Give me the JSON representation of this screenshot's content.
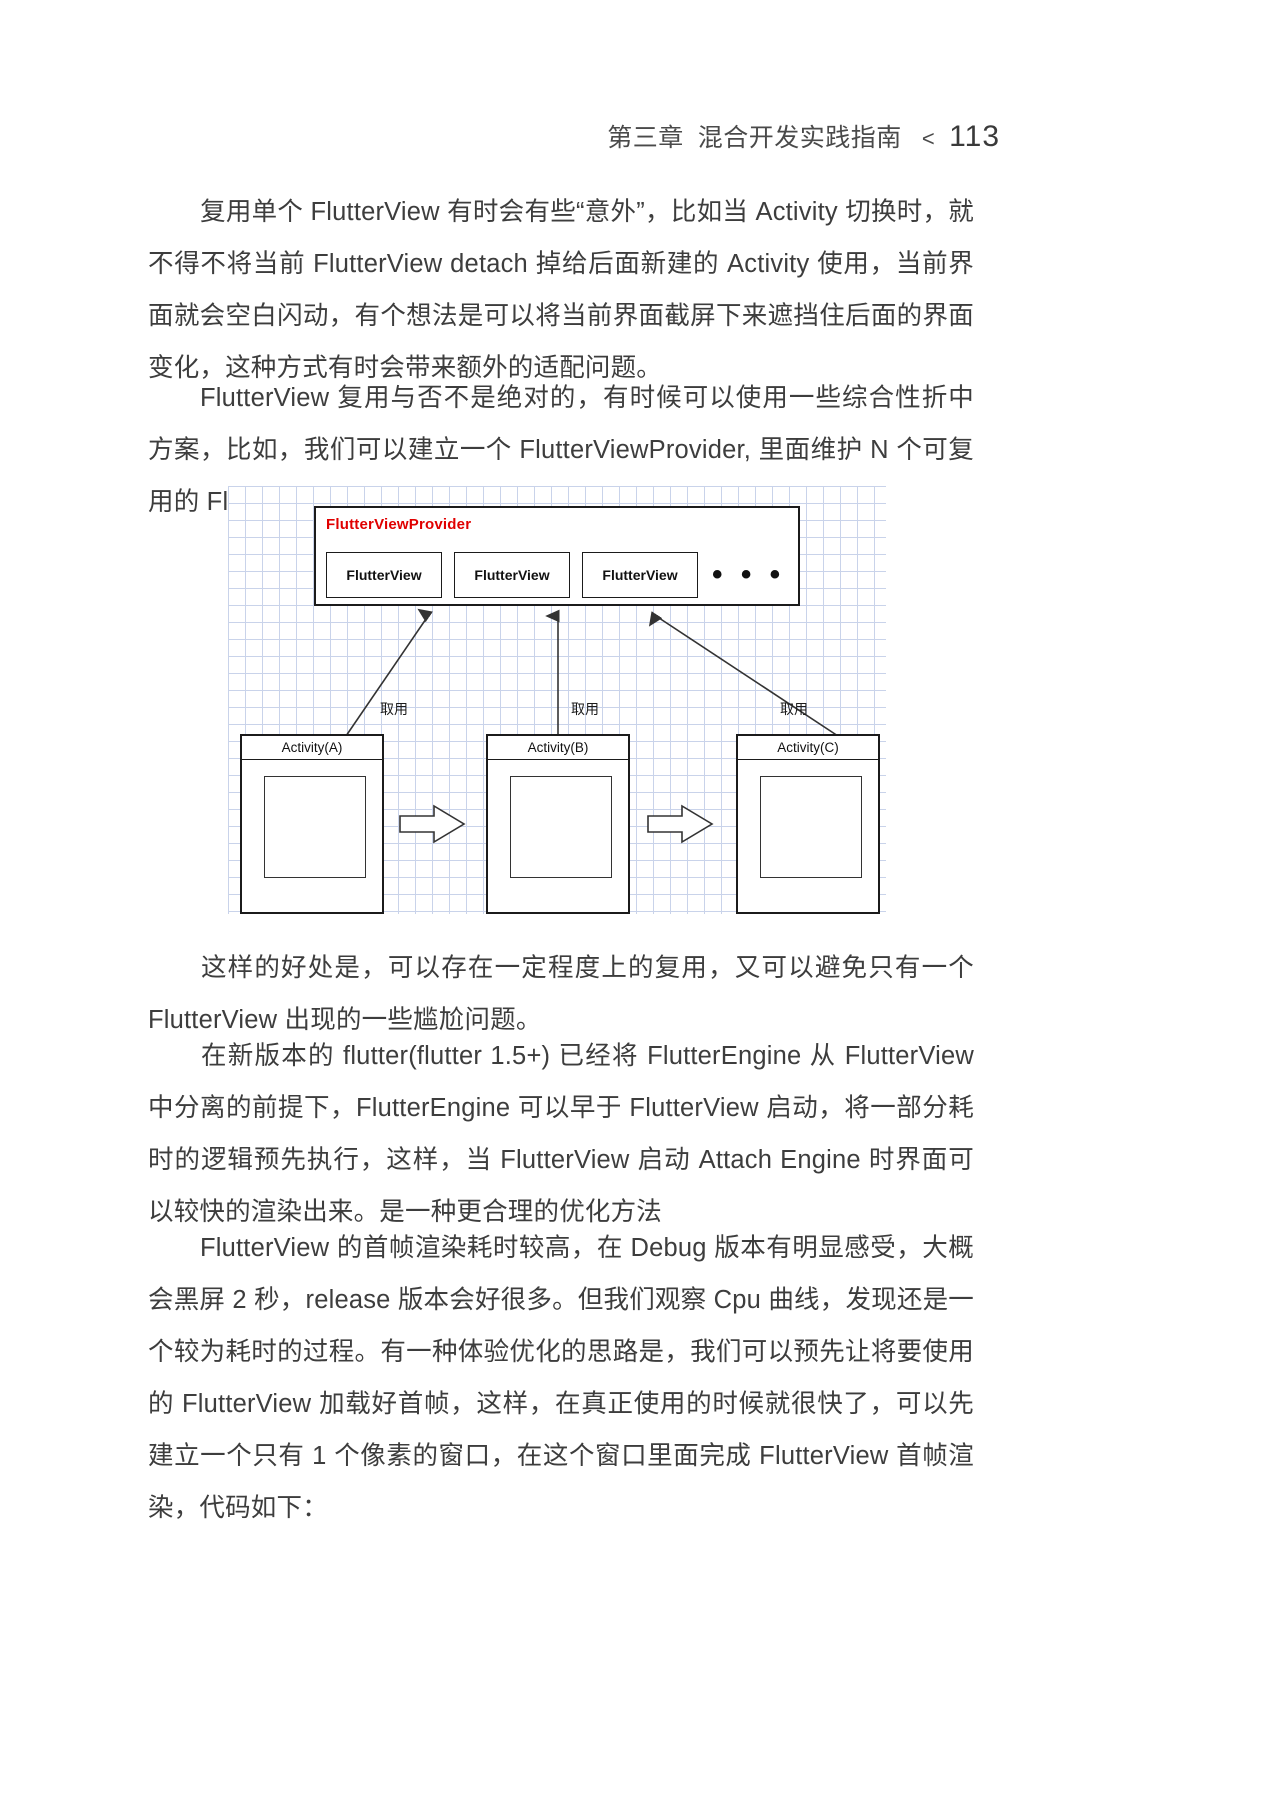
{
  "header": {
    "chapter_no": "第三章",
    "chapter_title": "混合开发实践指南",
    "arrow": "<",
    "page_number": "113"
  },
  "paragraphs": {
    "p1": "复用单个 FlutterView 有时会有些“意外”，比如当 Activity 切换时，就不得不将当前 FlutterView detach 掉给后面新建的 Activity 使用，当前界面就会空白闪动，有个想法是可以将当前界面截屏下来遮挡住后面的界面变化，这种方式有时会带来额外的适配问题。",
    "p2": "FlutterView 复用与否不是绝对的，有时候可以使用一些综合性折中方案，比如，我们可以建立一个 FlutterViewProvider, 里面维护 N 个可复用的 FlutterView，如图：",
    "p3": "这样的好处是，可以存在一定程度上的复用，又可以避免只有一个 FlutterView 出现的一些尴尬问题。",
    "p4": "在新版本的 flutter(flutter 1.5+) 已经将 FlutterEngine 从 FlutterView 中分离的前提下，FlutterEngine 可以早于 FlutterView 启动，将一部分耗时的逻辑预先执行，这样，当 FlutterView 启动 Attach Engine 时界面可以较快的渲染出来。是一种更合理的优化方法",
    "p5": "FlutterView 的首帧渲染耗时较高，在 Debug 版本有明显感受，大概会黑屏 2 秒，release 版本会好很多。但我们观察 Cpu 曲线，发现还是一个较为耗时的过程。有一种体验优化的思路是，我们可以预先让将要使用的 FlutterView 加载好首帧，这样，在真正使用的时候就很快了，可以先建立一个只有 1 个像素的窗口，在这个窗口里面完成 FlutterView 首帧渲染，代码如下："
  },
  "figure": {
    "provider_label": "FlutterViewProvider",
    "provider_label_color": "#e00000",
    "flutter_views": [
      "FlutterView",
      "FlutterView",
      "FlutterView"
    ],
    "ellipsis": "• • •",
    "take_labels": [
      "取用",
      "取用",
      "取用"
    ],
    "activities": [
      {
        "title": "Activity(A)"
      },
      {
        "title": "Activity(B)"
      },
      {
        "title": "Activity(C)"
      }
    ],
    "grid_color": "#c9d3ea",
    "line_color": "#333333"
  }
}
